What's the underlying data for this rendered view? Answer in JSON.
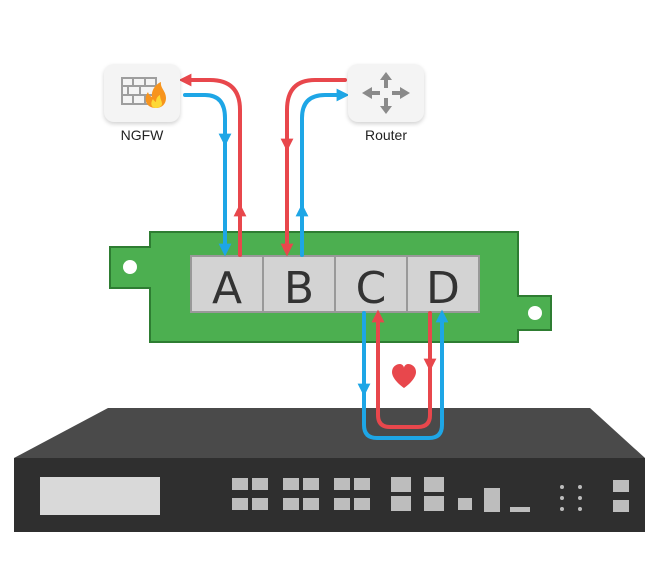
{
  "nodes": {
    "ngfw": {
      "label": "NGFW",
      "icon": "firewall-icon"
    },
    "router": {
      "label": "Router",
      "icon": "router-icon"
    }
  },
  "bypass_module": {
    "ports": [
      "A",
      "B",
      "C",
      "D"
    ],
    "icon": "heart-icon"
  },
  "colors": {
    "board_green": "#4caf50",
    "board_stroke": "#2e7d32",
    "port_fill": "#d3d3d3",
    "flow_red": "#e8474c",
    "flow_blue": "#1ea6e6",
    "appliance_dark": "#3a3a3a",
    "appliance_top": "#4a4a4a"
  }
}
